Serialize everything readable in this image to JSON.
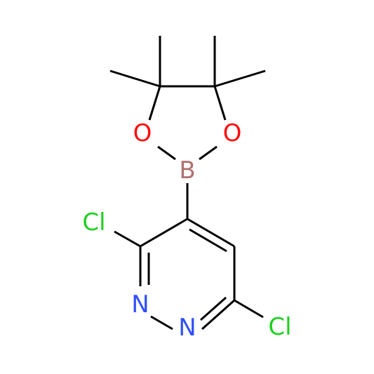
{
  "molecule": {
    "atoms": [
      {
        "id": "o1",
        "symbol": "O",
        "color": "#ff0d0d"
      },
      {
        "id": "o2",
        "symbol": "O",
        "color": "#ff0d0d"
      },
      {
        "id": "b",
        "symbol": "B",
        "color": "#b07070"
      },
      {
        "id": "cl1",
        "symbol": "Cl",
        "color": "#1fd01f"
      },
      {
        "id": "cl2",
        "symbol": "Cl",
        "color": "#1fd01f"
      },
      {
        "id": "n1",
        "symbol": "N",
        "color": "#3050f8"
      },
      {
        "id": "n2",
        "symbol": "N",
        "color": "#3050f8"
      }
    ]
  }
}
